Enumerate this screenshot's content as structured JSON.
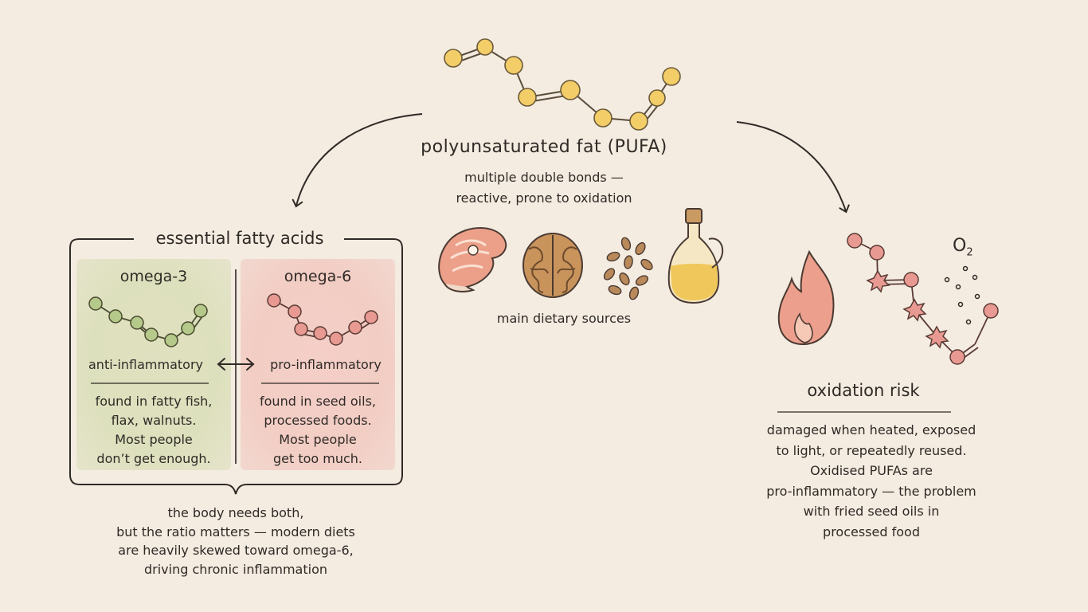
{
  "center": {
    "title": "polyunsaturated fat (PUFA)",
    "subtitle_line1": "multiple double bonds —",
    "subtitle_line2": "reactive, prone to oxidation",
    "sources_label": "main dietary sources",
    "source_icons": [
      "salmon-steak-icon",
      "walnut-icon",
      "seeds-icon",
      "oil-bottle-icon"
    ]
  },
  "efa": {
    "title": "essential fatty acids",
    "omega3": {
      "title": "omega-3",
      "effect": "anti-inflammatory",
      "body": [
        "found in fatty fish,",
        "flax, walnuts.",
        "Most people",
        "don’t get enough."
      ],
      "color": "#a9bf7a"
    },
    "omega6": {
      "title": "omega-6",
      "effect": "pro-inflammatory",
      "body": [
        "found in seed oils,",
        "processed foods.",
        "Most people",
        "get too much."
      ],
      "color": "#e4847c"
    },
    "note": [
      "the body needs both,",
      "but the ratio matters — modern diets",
      "are heavily skewed toward omega-6,",
      "driving chronic inflammation"
    ]
  },
  "oxidation": {
    "title": "oxidation risk",
    "o2_label": "O",
    "o2_sub": "2",
    "body": [
      "damaged when heated, exposed",
      "to light, or repeatedly reused.",
      "Oxidised PUFAs are",
      "pro-inflammatory — the problem",
      "with fried seed oils in",
      "processed food"
    ],
    "icons": [
      "flame-icon",
      "damaged-molecule-icon"
    ]
  },
  "colors": {
    "background": "#f4ece1",
    "pufa_atom": "#f3cd68",
    "omega3_atom": "#b5c98a",
    "omega6_atom": "#e89a92",
    "ink": "#2f2a26"
  }
}
